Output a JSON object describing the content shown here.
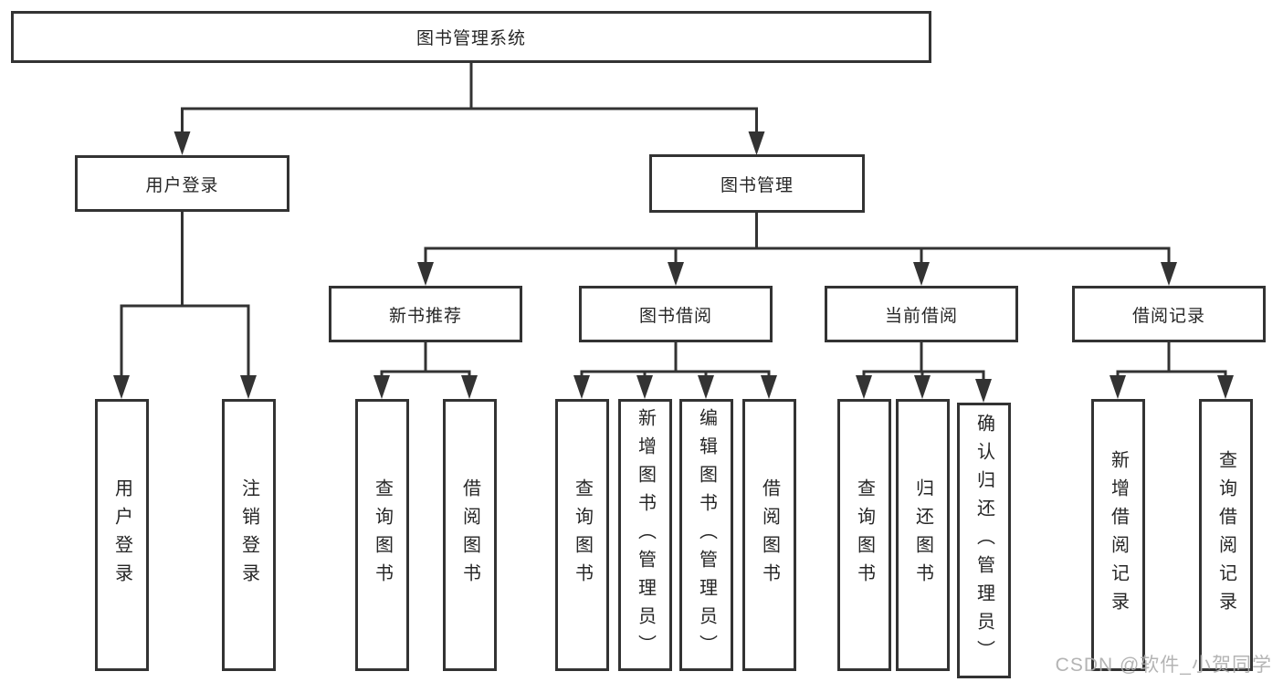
{
  "colors": {
    "line": "#333333",
    "box_border": "#333333",
    "text": "#262626",
    "watermark": "#acacac",
    "background": "#ffffff"
  },
  "diagram": {
    "root": {
      "label": "图书管理系统"
    },
    "branches": [
      {
        "label": "用户登录",
        "leaves": [
          {
            "label": "用户登录"
          },
          {
            "label": "注销登录"
          }
        ]
      },
      {
        "label": "图书管理",
        "groups": [
          {
            "label": "新书推荐",
            "leaves": [
              {
                "label": "查询图书"
              },
              {
                "label": "借阅图书"
              }
            ]
          },
          {
            "label": "图书借阅",
            "leaves": [
              {
                "label": "查询图书"
              },
              {
                "label": "新增图书（管理员）"
              },
              {
                "label": "编辑图书（管理员）"
              },
              {
                "label": "借阅图书"
              }
            ]
          },
          {
            "label": "当前借阅",
            "leaves": [
              {
                "label": "查询图书"
              },
              {
                "label": "归还图书"
              },
              {
                "label": "确认归还（管理员）"
              }
            ]
          },
          {
            "label": "借阅记录",
            "leaves": [
              {
                "label": "新增借阅记录"
              },
              {
                "label": "查询借阅记录"
              }
            ]
          }
        ]
      }
    ]
  },
  "watermark": {
    "text": "CSDN @软件_小贺同学"
  }
}
